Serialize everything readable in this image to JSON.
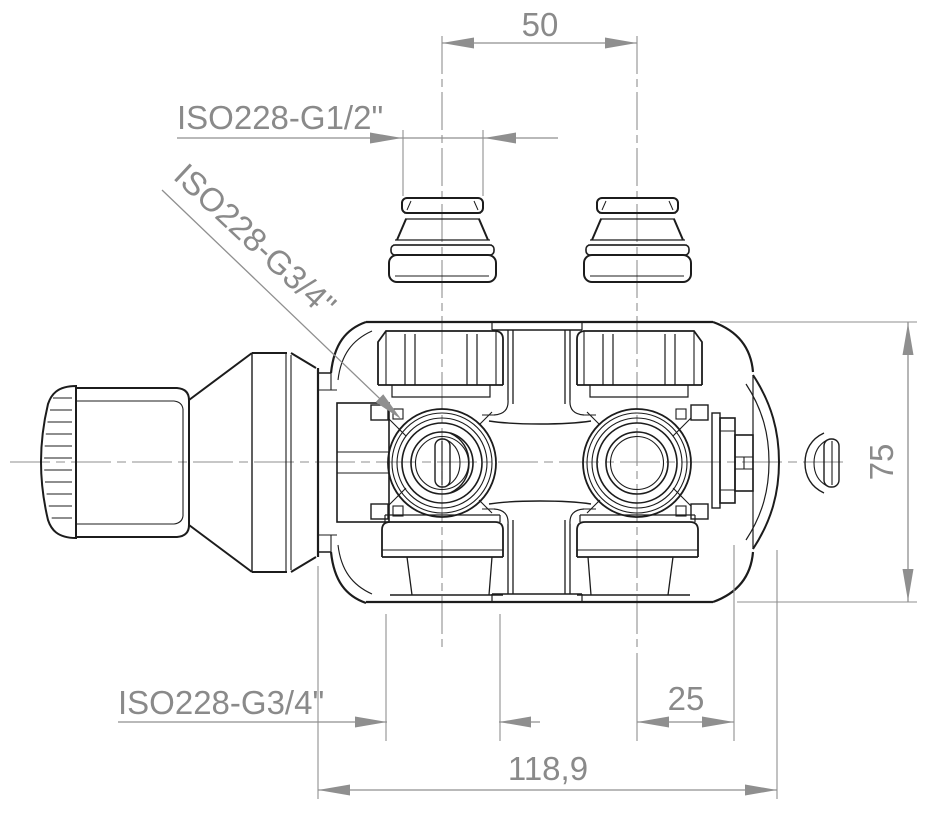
{
  "drawing": {
    "type": "technical-orthographic-view",
    "subject": "dual-port thermostatic valve body with hand knob and two top caps",
    "background": "#ffffff",
    "line_color": "#1c1c1c",
    "dimension_color": "#8a8a8a"
  },
  "labels": {
    "thread_top": "ISO228-G1/2\"",
    "thread_side": "ISO228-G3/4\"",
    "thread_bottom": "ISO228-G3/4\""
  },
  "dimensions": {
    "cap_spacing": "50",
    "body_height": "75",
    "outlet_offset": "25",
    "overall_length": "118,9"
  }
}
